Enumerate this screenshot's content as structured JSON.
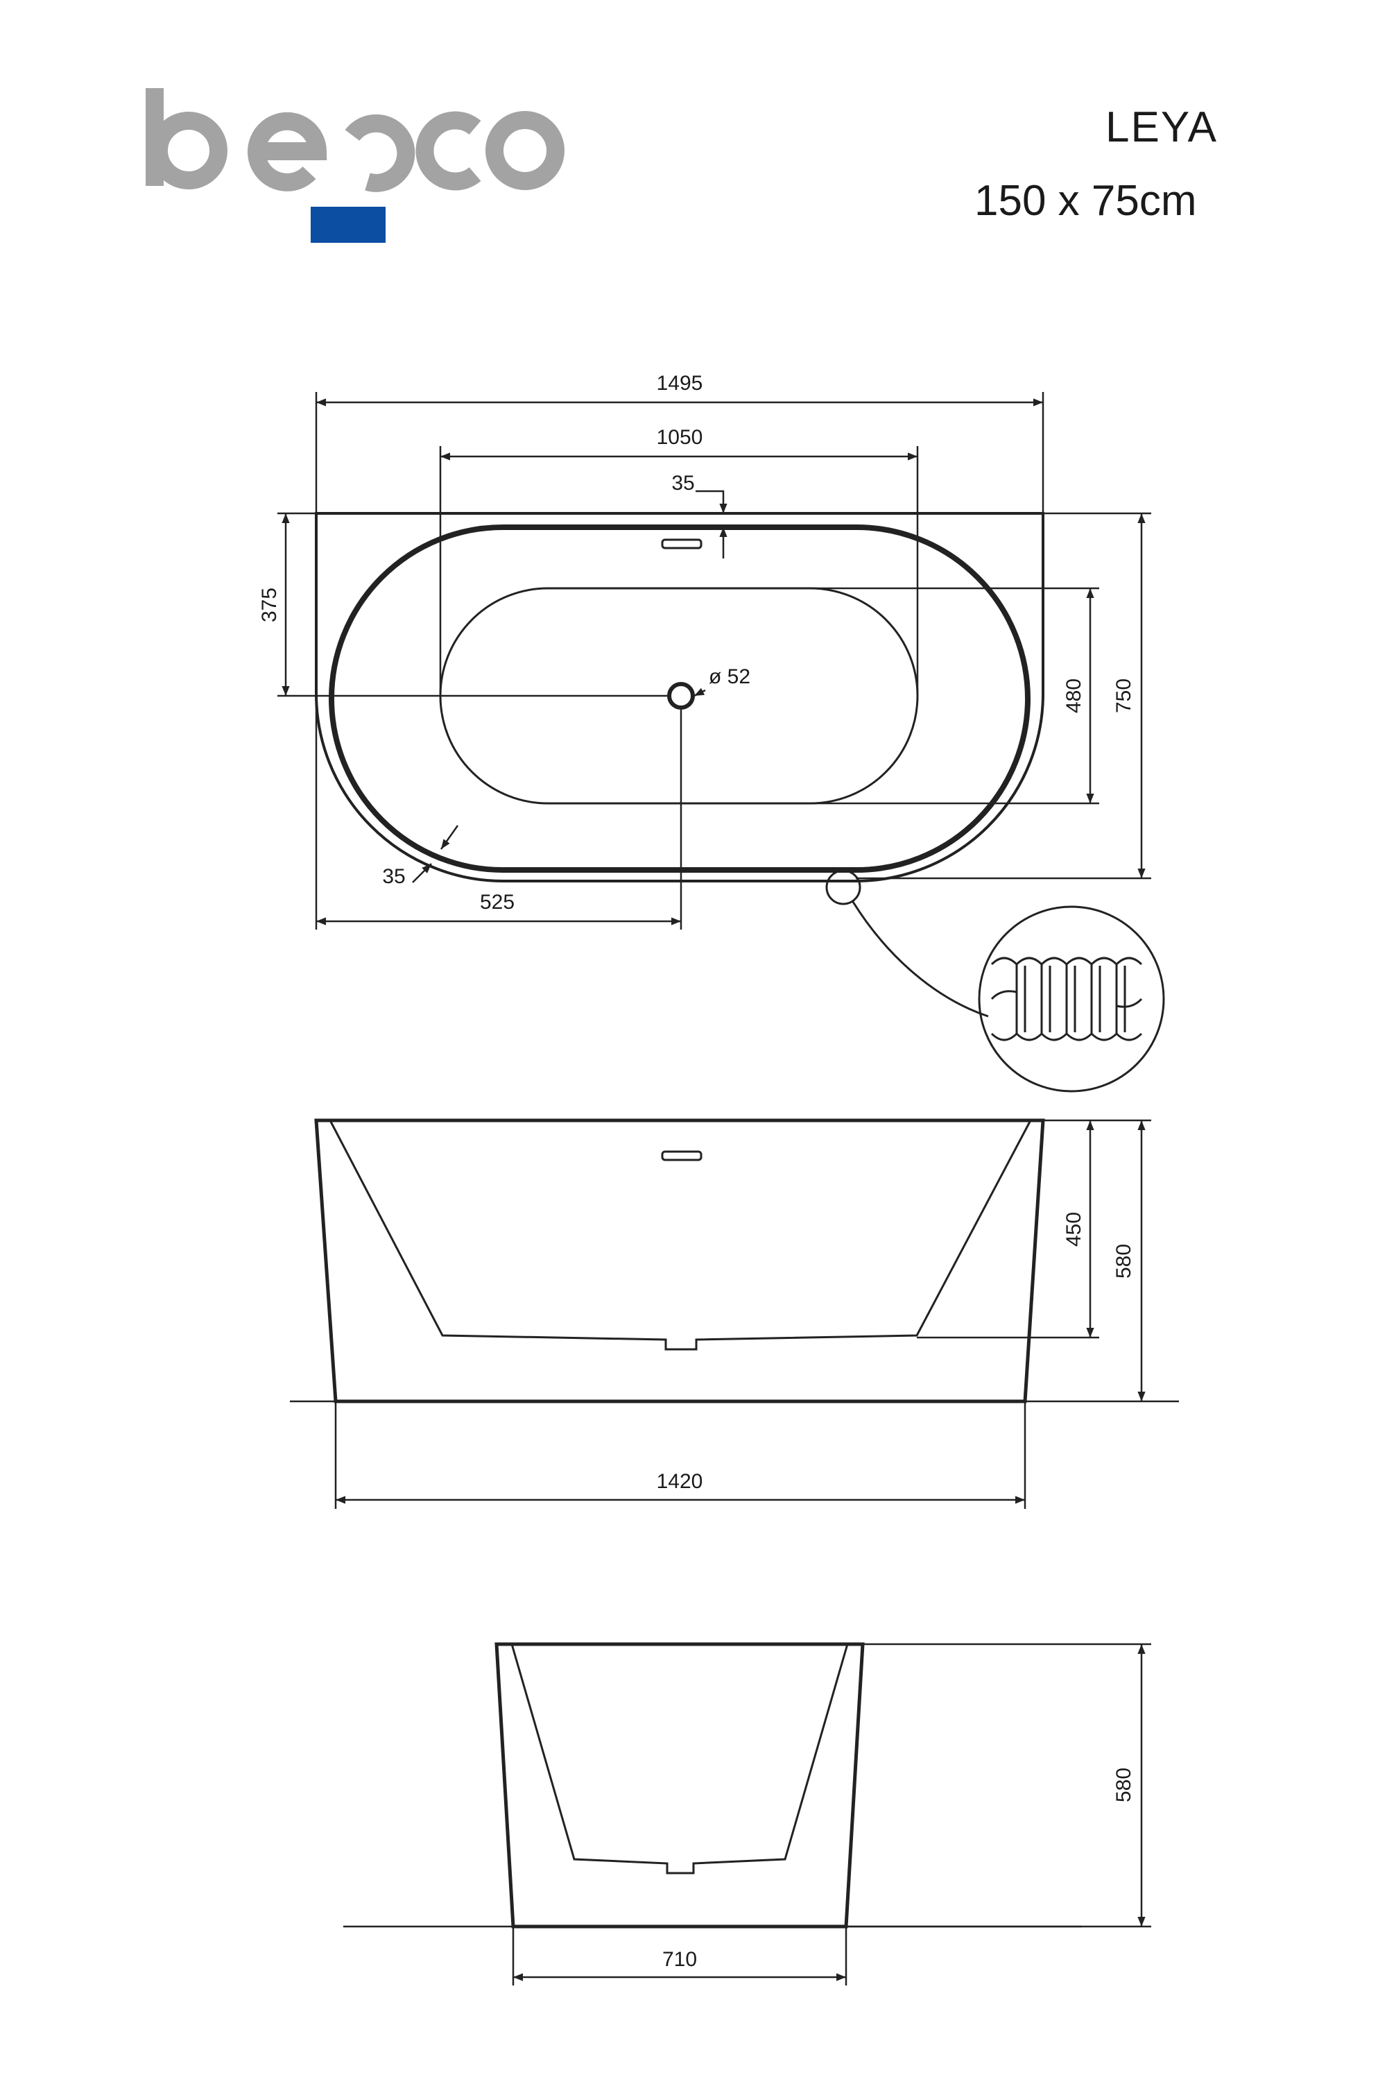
{
  "brand": {
    "logo_text": "besco",
    "gray": "#a3a3a3",
    "blue": "#0b4ea2"
  },
  "product": {
    "name": "LEYA",
    "size": "150 x 75cm"
  },
  "top_view": {
    "overall_length": "1495",
    "inner_length": "1050",
    "overflow_offset": "35",
    "drain_offset": "375",
    "drain_diameter": "ø 52",
    "inner_width": "480",
    "overall_width": "750",
    "rim_width": "35",
    "drain_position": "525"
  },
  "side_view": {
    "inner_depth": "450",
    "overall_height": "580",
    "base_length": "1420"
  },
  "end_view": {
    "overall_height": "580",
    "base_width": "710"
  },
  "detail": {
    "icon": "ribbed-panel-detail-icon"
  }
}
